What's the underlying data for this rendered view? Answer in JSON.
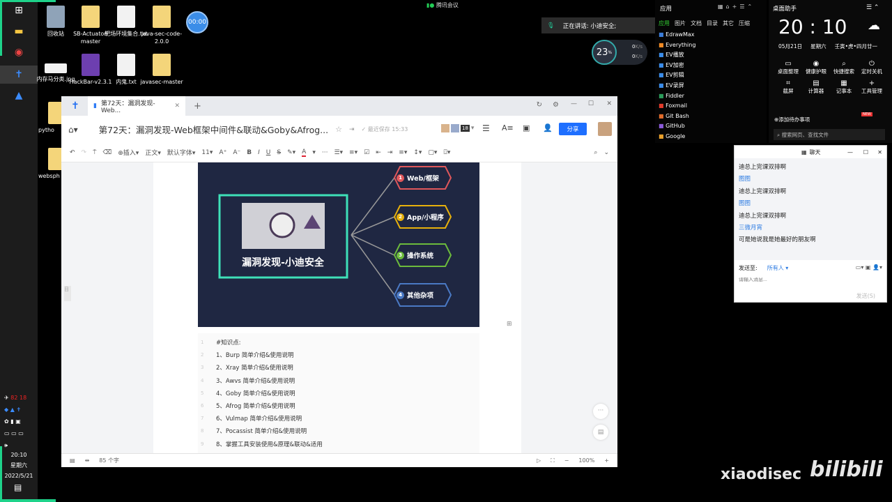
{
  "meeting": {
    "label": "腾讯会议",
    "speaking": "正在讲话: 小迪安全;",
    "cpu": "23",
    "cpu_unit": "%",
    "up": "0",
    "down": "0",
    "rate_unit": "K/s"
  },
  "timer": "00:00",
  "desktop_icons": [
    {
      "label": "回收站",
      "type": "recycle"
    },
    {
      "label": "SB-Actuator-master",
      "type": "folder"
    },
    {
      "label": "靶场环境集合.txt",
      "type": "file"
    },
    {
      "label": "java-sec-code-2.0.0",
      "type": "folder"
    },
    {
      "label": "内存马分类.jpg",
      "type": "image"
    },
    {
      "label": "HackBar-v2.3.1",
      "type": "app"
    },
    {
      "label": "内鬼.txt",
      "type": "file"
    },
    {
      "label": "javasec-master",
      "type": "folder"
    },
    {
      "label": "pytho",
      "type": "folder"
    },
    {
      "label": "websph",
      "type": "folder"
    }
  ],
  "taskbar": {
    "time": "20:10",
    "weekday": "星期六",
    "date": "2022/5/21",
    "tray_text_1": "82",
    "tray_text_2": "18"
  },
  "doc": {
    "tab_title": "第72天：漏洞发现-Web...",
    "title": "第72天：漏洞发现-Web框架中间件&联动&Goby&Afrog...",
    "saved": "最近保存 15:33",
    "collab_count": "18",
    "share": "分享",
    "toolbar": {
      "insert": "插入",
      "style": "正文",
      "font": "默认字体",
      "size": "11",
      "more": "···"
    },
    "mindmap": {
      "center": "漏洞发现-小迪安全",
      "branches": [
        {
          "num": "1",
          "label": "Web/框架",
          "color": "#e0575b"
        },
        {
          "num": "2",
          "label": "App/小程序",
          "color": "#e8b10c"
        },
        {
          "num": "3",
          "label": "操作系统",
          "color": "#6cbb3c"
        },
        {
          "num": "4",
          "label": "其他杂项",
          "color": "#4a79c4"
        }
      ]
    },
    "lines": [
      "#知识点:",
      "1、Burp 简单介绍&使用说明",
      "2、Xray 简单介绍&使用说明",
      "3、Awvs 简单介绍&使用说明",
      "4、Goby 简单介绍&使用说明",
      "5、Afrog 简单介绍&使用说明",
      "6、Vulmap 简单介绍&使用说明",
      "7、Pocassist 简单介绍&使用说明",
      "8、掌握工具安装使用&原理&联动&适用"
    ],
    "wordcount": "85 个字",
    "zoom": "100%"
  },
  "apps": {
    "title": "应用",
    "tabs": [
      "应用",
      "图片",
      "文档",
      "目录",
      "其它",
      "压缩"
    ],
    "items": [
      "EdrawMax",
      "Everything",
      "EV播放",
      "EV加密",
      "EV剪辑",
      "EV录屏",
      "Fiddler",
      "Foxmail",
      "Git Bash",
      "GitHub",
      "Google"
    ]
  },
  "assistant": {
    "title": "桌面助手",
    "time": "20 : 10",
    "date": "05月21日",
    "weekday": "星期六",
    "lunar": "壬寅•虎•四月廿一",
    "tools": [
      "桌面整理",
      "健康护眼",
      "快捷搜索",
      "定时关机",
      "截屏",
      "计算器",
      "记事本",
      "工具管理"
    ],
    "todo": "添加待办事项",
    "badge": "NEW",
    "search": "搜索网页、查找文件"
  },
  "chat": {
    "title": "聊天",
    "messages": [
      {
        "text": "迪总上完课双排啊",
        "sender": false
      },
      {
        "text": "图图",
        "sender": true
      },
      {
        "text": "迪总上完课双排啊",
        "sender": false
      },
      {
        "text": "图图",
        "sender": true
      },
      {
        "text": "迪总上完课双排啊",
        "sender": false
      },
      {
        "text": "三微月宵",
        "sender": true
      },
      {
        "text": "可是她说我是她最好的朋友啊",
        "sender": false
      }
    ],
    "send_to_label": "发送至:",
    "send_to": "所有人",
    "placeholder": "请输入消息...",
    "send": "发送(S)"
  },
  "watermark": {
    "channel": "xiaodisec",
    "logo": "bilibili"
  }
}
